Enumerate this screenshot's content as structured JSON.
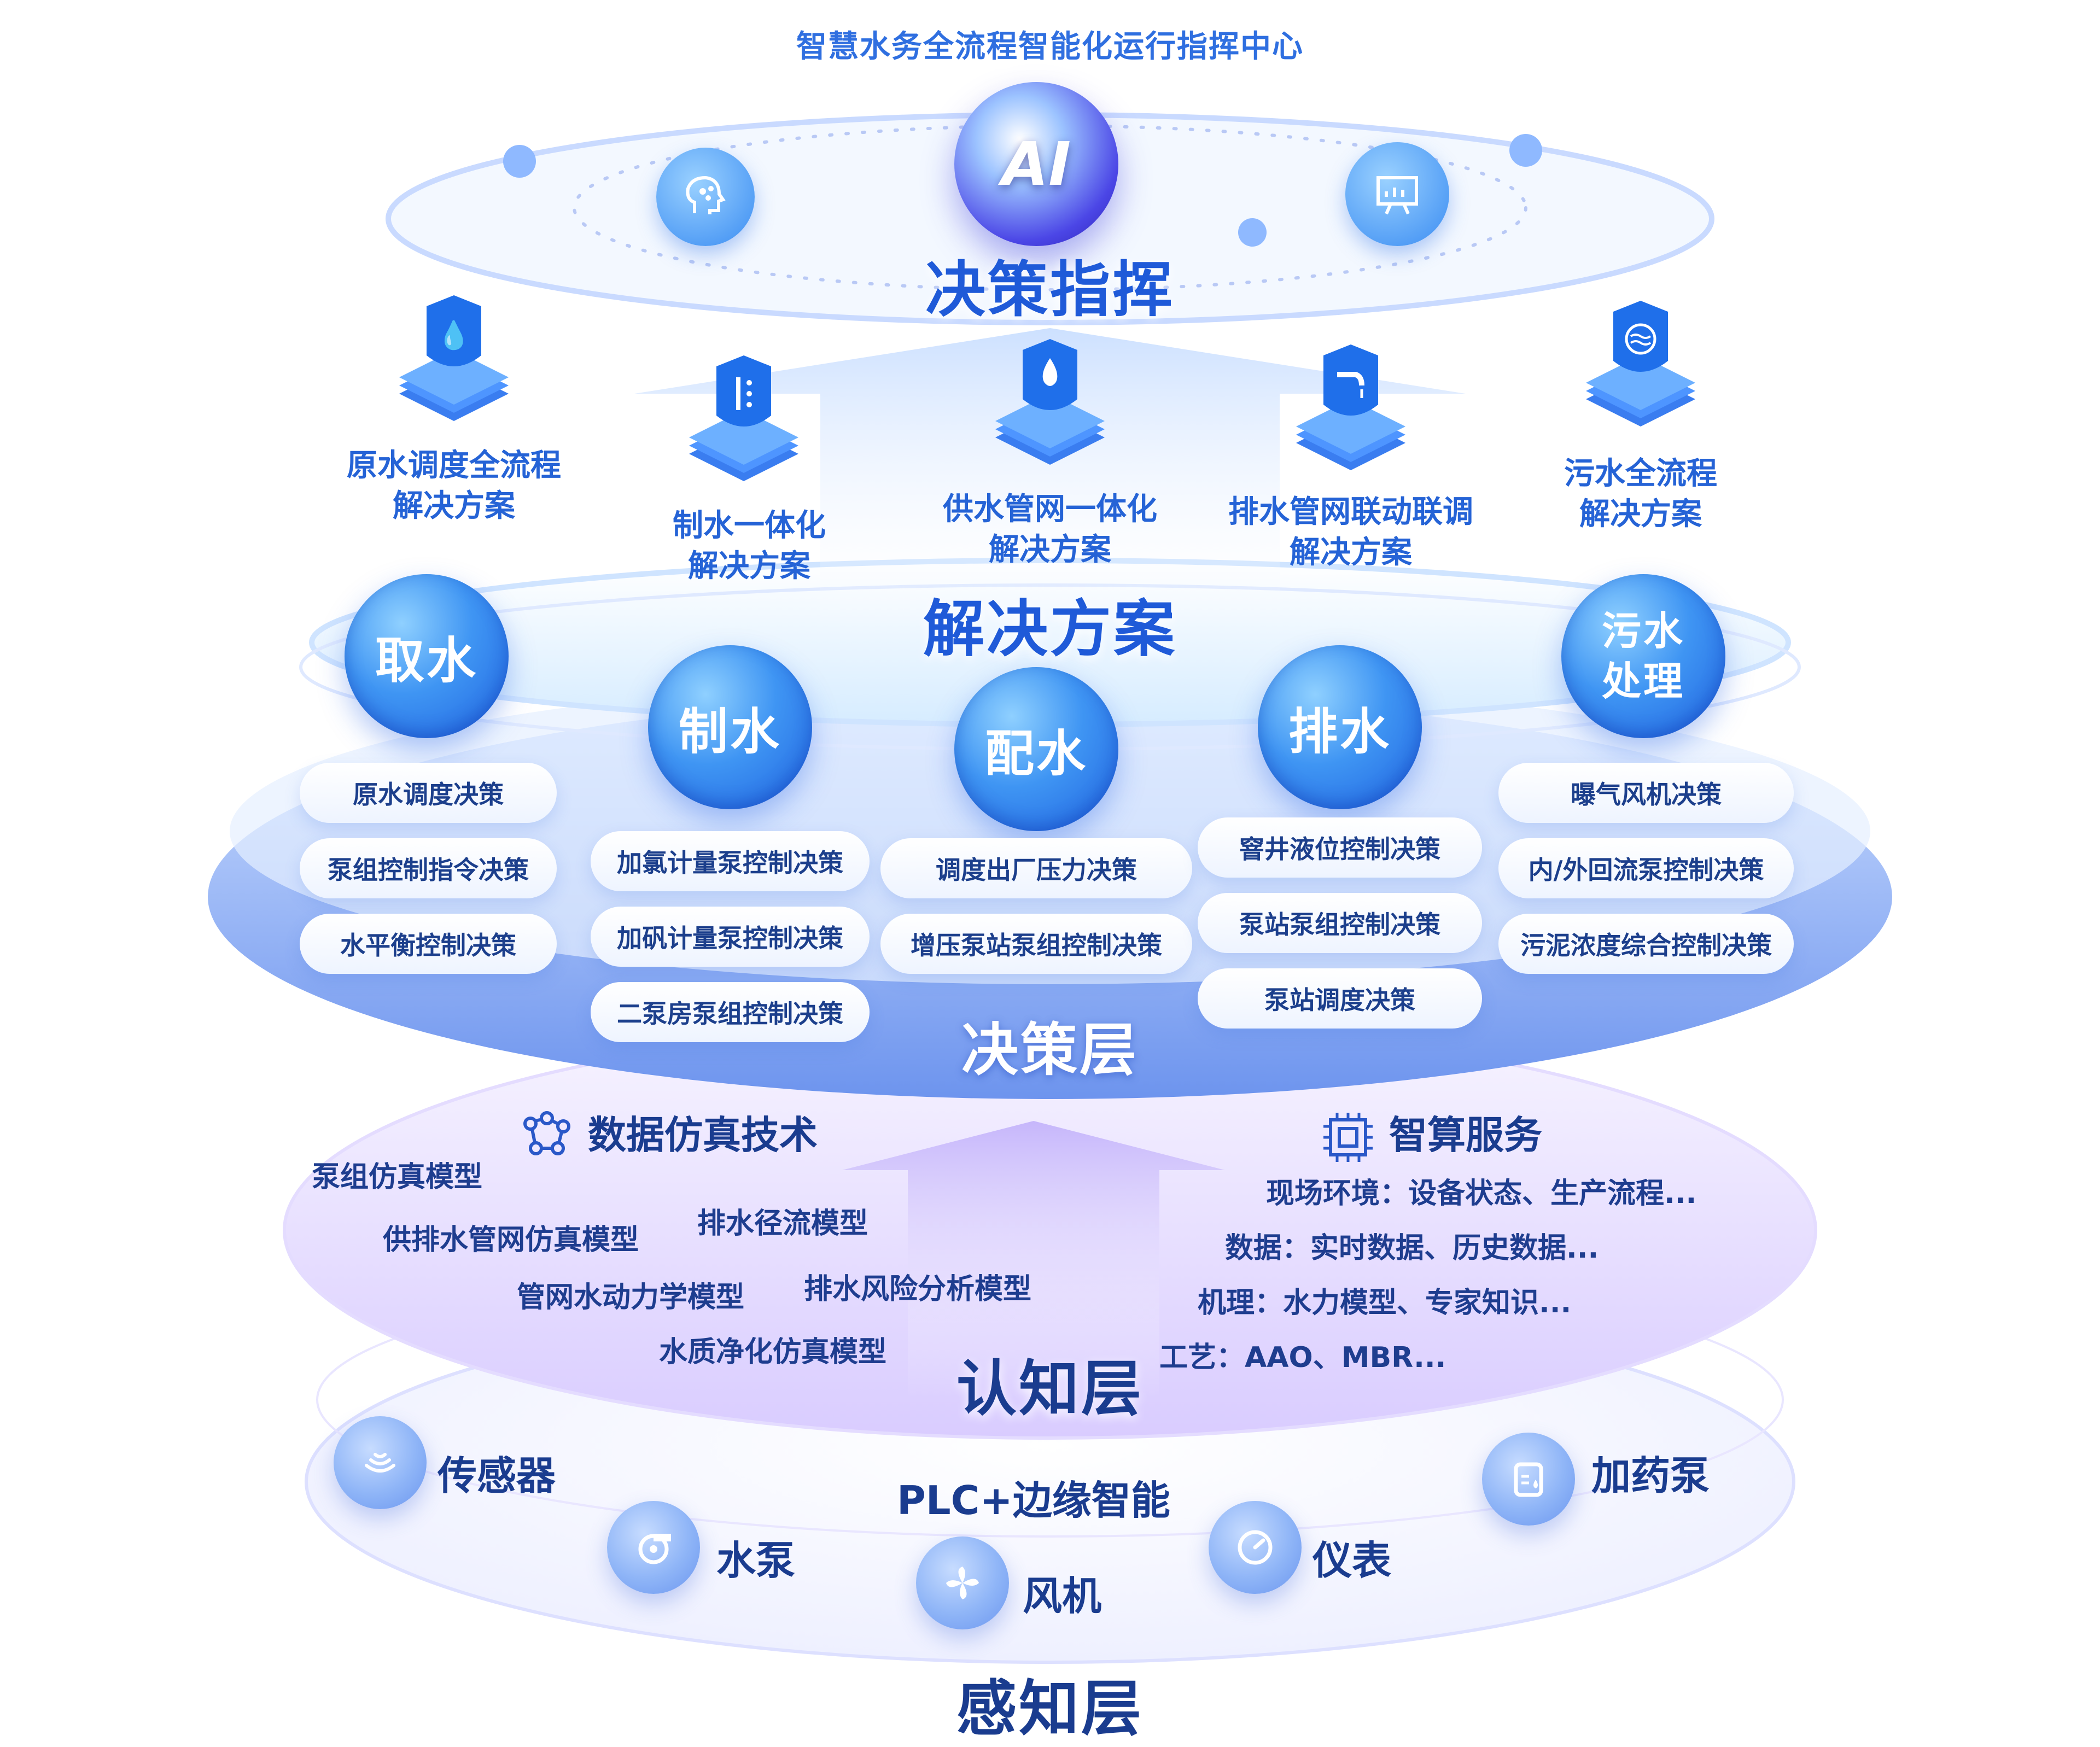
{
  "title": "智慧水务全流程智能化运行指挥中心",
  "layers": {
    "decision_command": "决策指挥",
    "solution": "解决方案",
    "decision": "决策层",
    "cognition": "认知层",
    "perception": "感知层"
  },
  "ai_badge": "AI",
  "solutions": [
    {
      "line1": "原水调度全流程",
      "line2": "解决方案",
      "icon": "water-drop-hand-icon"
    },
    {
      "line1": "制水一体化",
      "line2": "解决方案",
      "icon": "filter-icon"
    },
    {
      "line1": "供水管网一体化",
      "line2": "解决方案",
      "icon": "water-drop-icon"
    },
    {
      "line1": "排水管网联动联调",
      "line2": "解决方案",
      "icon": "pipe-outlet-icon"
    },
    {
      "line1": "污水全流程",
      "line2": "解决方案",
      "icon": "waves-icon"
    }
  ],
  "processes": [
    "取水",
    "制水",
    "配水",
    "排水",
    "污水处理"
  ],
  "process_wastewater": {
    "line1": "污水",
    "line2": "处理"
  },
  "decisions": {
    "intake": [
      "原水调度决策",
      "泵组控制指令决策",
      "水平衡控制决策"
    ],
    "production": [
      "加氯计量泵控制决策",
      "加矾计量泵控制决策",
      "二泵房泵组控制决策"
    ],
    "distribution": [
      "调度出厂压力决策",
      "增压泵站泵组控制决策"
    ],
    "drainage": [
      "窨井液位控制决策",
      "泵站泵组控制决策",
      "泵站调度决策"
    ],
    "sewage": [
      "曝气风机决策",
      "内/外回流泵控制决策",
      "污泥浓度综合控制决策"
    ]
  },
  "cognition": {
    "sim_title": "数据仿真技术",
    "sim_items": [
      "泵组仿真模型",
      "供排水管网仿真模型",
      "排水径流模型",
      "管网水动力学模型",
      "排水风险分析模型",
      "水质净化仿真模型"
    ],
    "compute_title": "智算服务",
    "compute_items": [
      "现场环境：设备状态、生产流程...",
      "数据：实时数据、历史数据...",
      "机理：水力模型、专家知识...",
      "工艺：AAO、MBR..."
    ]
  },
  "perception": {
    "center": "PLC+边缘智能",
    "devices": [
      {
        "label": "传感器",
        "icon": "sensor-icon"
      },
      {
        "label": "水泵",
        "icon": "pump-icon"
      },
      {
        "label": "风机",
        "icon": "fan-icon"
      },
      {
        "label": "仪表",
        "icon": "gauge-icon"
      },
      {
        "label": "加药泵",
        "icon": "dosing-pump-icon"
      }
    ]
  },
  "colors": {
    "primary": "#1f5ad8",
    "accent": "#3f95f3",
    "lavender": "#b9a8f2"
  }
}
